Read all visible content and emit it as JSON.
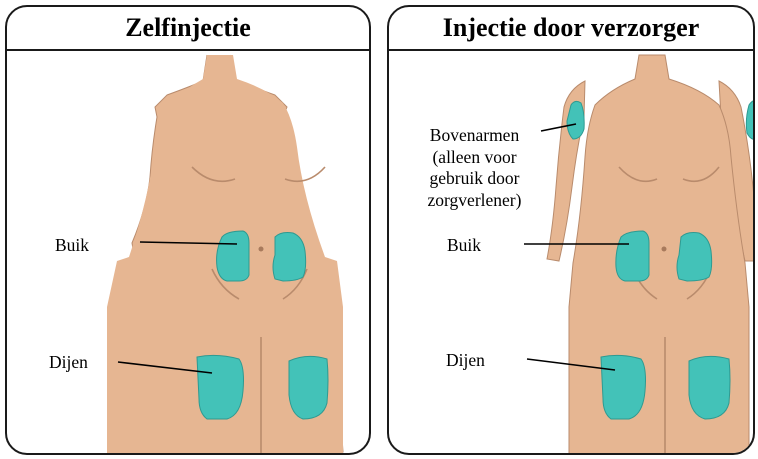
{
  "colors": {
    "skin": "#e6b692",
    "skin_outline": "#b98b6c",
    "site": "#43c2b8",
    "site_outline": "#2e9a91",
    "border": "#1a1a1a"
  },
  "left_panel": {
    "title": "Zelfinjectie",
    "labels": {
      "abdomen": "Buik",
      "thighs": "Dijen"
    }
  },
  "right_panel": {
    "title": "Injectie door verzorger",
    "labels": {
      "upper_arms": [
        "Bovenarmen",
        "(alleen voor",
        "gebruik door",
        "zorgverlener)"
      ],
      "abdomen": "Buik",
      "thighs": "Dijen"
    }
  }
}
